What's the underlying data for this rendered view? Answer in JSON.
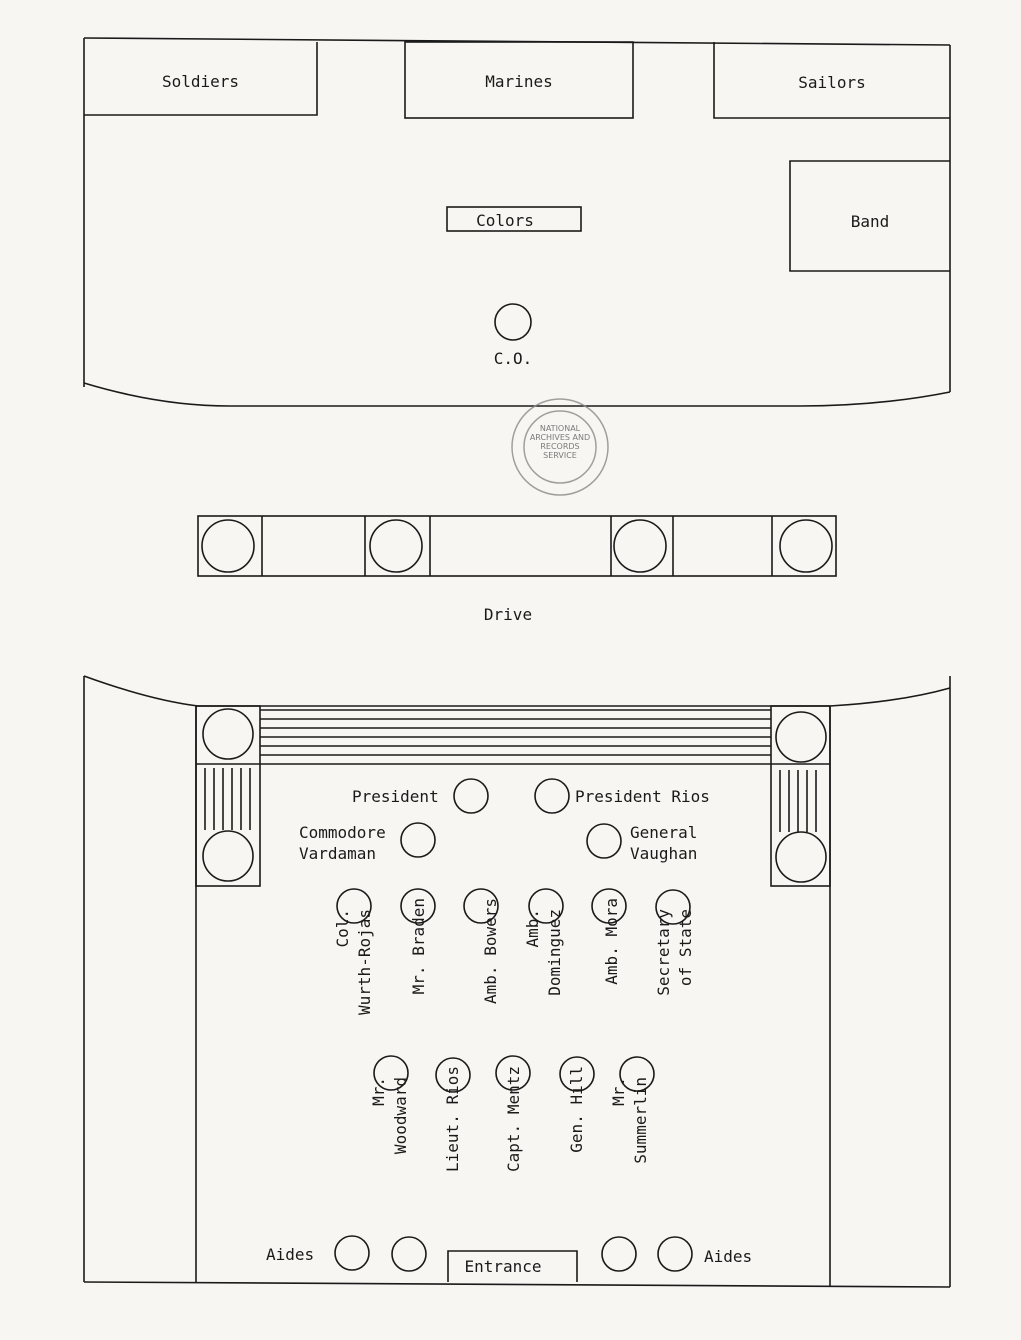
{
  "top_boxes": {
    "soldiers": "Soldiers",
    "marines": "Marines",
    "sailors": "Sailors"
  },
  "colors": "Colors",
  "band": "Band",
  "co": "C.O.",
  "drive": "Drive",
  "front_row": {
    "left": "President",
    "right": "President Rios"
  },
  "second_row": {
    "left": "Commodore\nVardaman",
    "right": "General\nVaughan"
  },
  "third_row": [
    "Col.\nWurth-Rojas",
    "Mr. Braden",
    "Amb. Bowers",
    "Amb.\nDominguez",
    "Amb. Mora",
    "Secretary\nof State"
  ],
  "fourth_row": [
    "Mr.\nWoodward",
    "Lieut. Rios",
    "Capt. Mentz",
    "Gen. Hill",
    "Mr.\nSummerlin"
  ],
  "aides_left": "Aides",
  "aides_right": "Aides",
  "entrance": "Entrance",
  "stamp": "NATIONAL\nARCHIVES AND\nRECORDS\nSERVICE"
}
